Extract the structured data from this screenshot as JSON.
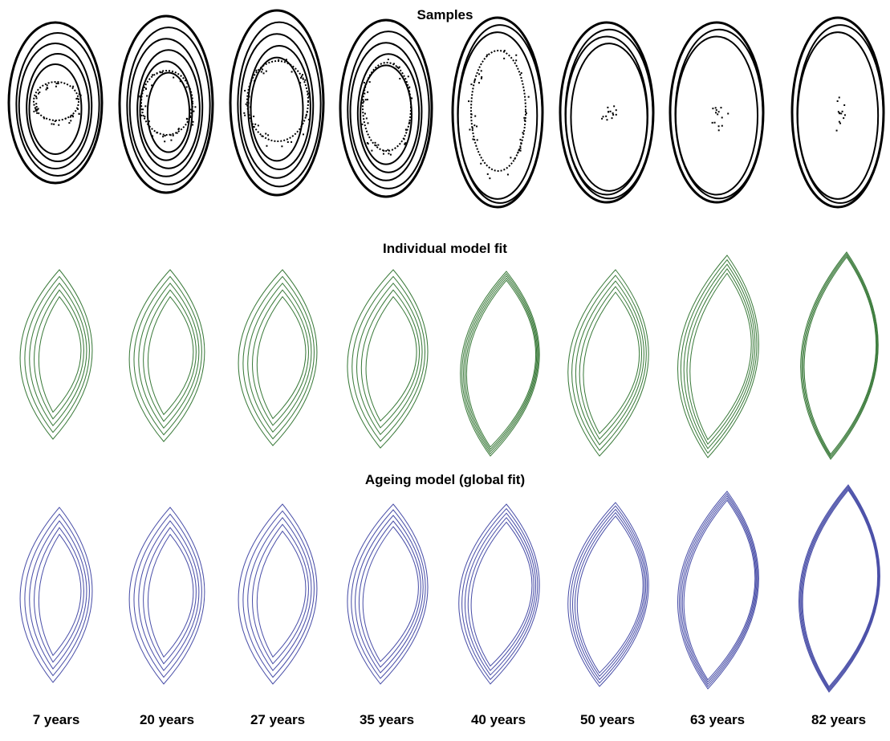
{
  "rows": {
    "samples": {
      "title": "Samples",
      "color": "#000000"
    },
    "individual": {
      "title": "Individual model fit",
      "color": "#3a7a3a"
    },
    "ageing": {
      "title": "Ageing model (global fit)",
      "color": "#4a4fa8"
    }
  },
  "ages": [
    "7 years",
    "20 years",
    "27 years",
    "35 years",
    "40 years",
    "50 years",
    "63 years",
    "82 years"
  ]
}
